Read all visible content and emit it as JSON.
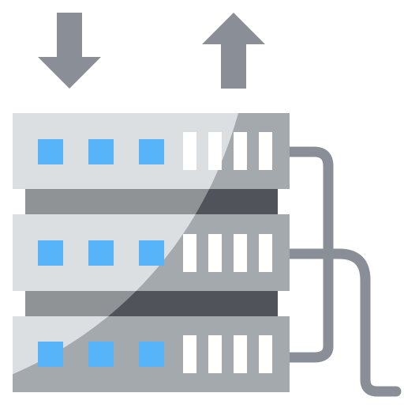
{
  "icon": {
    "name": "server-rack-upload-download",
    "arrows": [
      {
        "direction": "down",
        "icon": "download-arrow-icon"
      },
      {
        "direction": "up",
        "icon": "upload-arrow-icon"
      }
    ],
    "units": [
      {
        "leds": 3,
        "vents": 4
      },
      {
        "leds": 3,
        "vents": 4
      },
      {
        "leds": 3,
        "vents": 4
      }
    ],
    "colors": {
      "panel_light": "#dcdfe2",
      "panel_dark": "#a4a9ae",
      "gap_light": "#909395",
      "gap_dark": "#50545a",
      "led": "#58b4f8",
      "vent": "#ffffff",
      "arrow": "#8a8f97",
      "cable": "#8a8f97"
    }
  }
}
